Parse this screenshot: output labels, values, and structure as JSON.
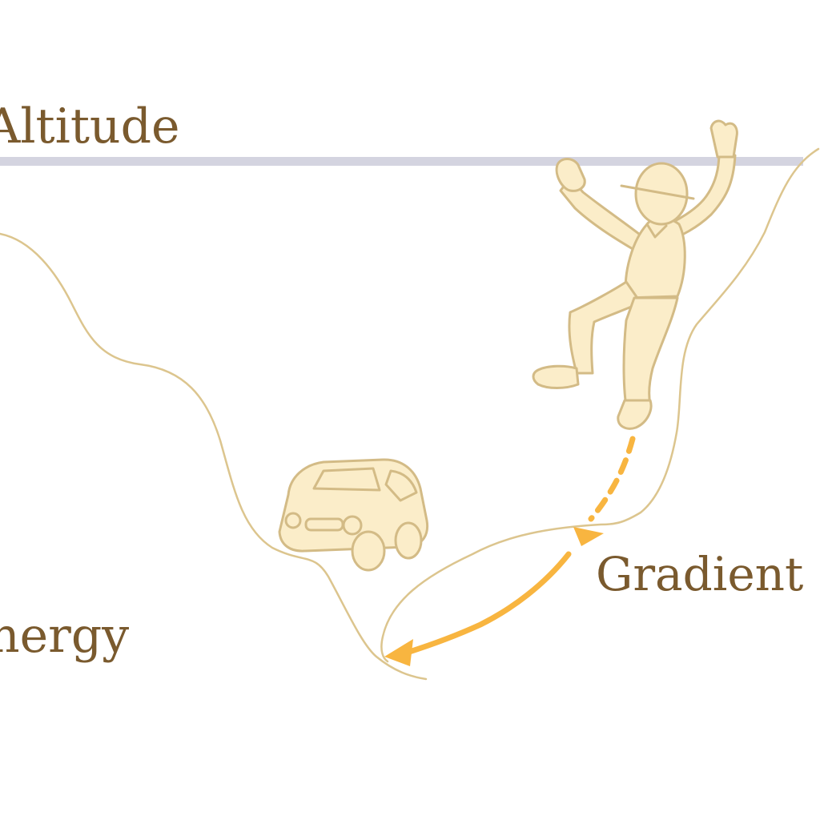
{
  "labels": {
    "altitude": "Altitude",
    "gradient": "Gradient",
    "energy": "nergy"
  },
  "colors": {
    "background": "#ffffff",
    "terrain_line": "#dcc58e",
    "figure_fill": "#fbedc9",
    "figure_stroke": "#d3bb86",
    "arrow": "#f8b540",
    "altitude_line": "#d4d4e0",
    "label_text": "#7a5a2e"
  },
  "icons": [
    "person-falling-icon",
    "car-icon"
  ]
}
